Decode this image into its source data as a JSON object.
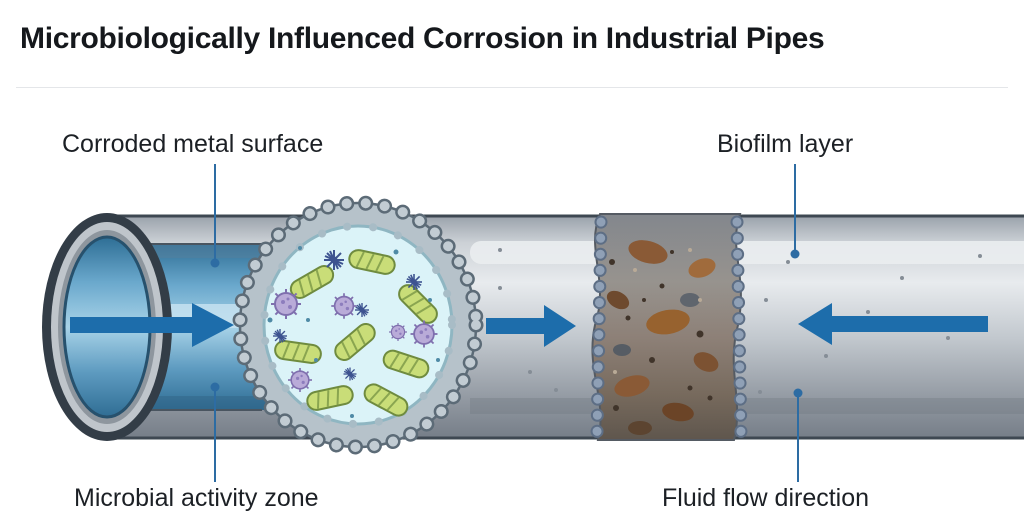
{
  "page": {
    "title": "Microbiologically Influenced Corrosion in Industrial Pipes"
  },
  "annotations": {
    "corroded_metal_surface": "Corroded metal surface",
    "biofilm_layer": "Biofilm layer",
    "microbial_activity_zone": "Microbial activity zone",
    "fluid_flow_direction": "Fluid flow direction"
  },
  "diagram": {
    "subject": "Cutaway illustration of an industrial pipe with microbial corrosion",
    "flow_arrows": {
      "inlet": "right",
      "midsection": "right",
      "outlet": "left"
    },
    "colors": {
      "leader_line": "#2d6ca3",
      "flow_arrow": "#1d6dab",
      "pipe_light": "#e8ebee",
      "pipe_dark": "#767e88",
      "fluid_blue": "#6aa8cc",
      "microbial_zone_fill": "#dbf3f8",
      "bacteria_green": "#c9dd78",
      "coccus_purple": "#b9abd8",
      "spiky_microbe_blue": "#3d5390",
      "rust_brown": "#8a5a36"
    }
  }
}
